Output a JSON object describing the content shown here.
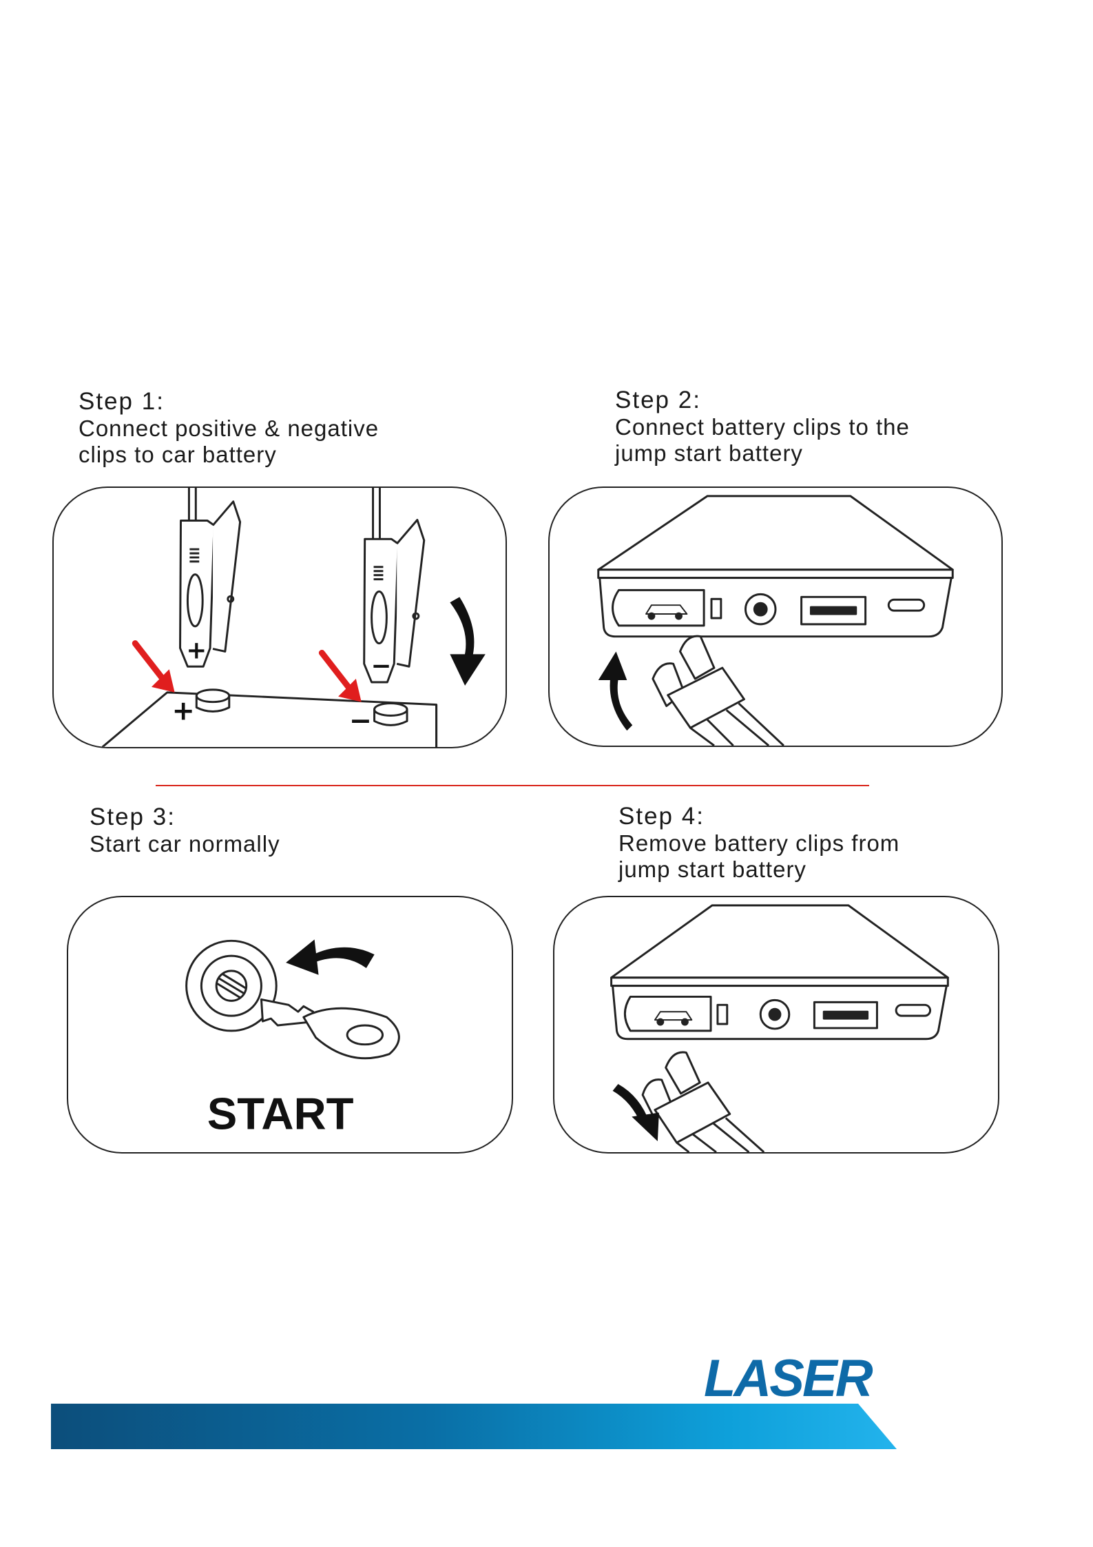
{
  "steps": [
    {
      "title": "Step 1:",
      "description": "Connect positive & negative\nclips to car battery"
    },
    {
      "title": "Step 2:",
      "description": "Connect battery clips to the\njump start battery"
    },
    {
      "title": "Step 3:",
      "description": "Start car normally"
    },
    {
      "title": "Step 4:",
      "description": "Remove battery clips from\njump start battery"
    }
  ],
  "illustrations": {
    "start_label": "START",
    "positive_symbol": "+",
    "negative_symbol": "−"
  },
  "brand": {
    "logo_text": "LASER"
  },
  "colors": {
    "divider": "#d9261c",
    "pointer_arrow": "#e01e1e",
    "brand_blue": "#0e6aa8",
    "band_dark": "#0c4e7b",
    "band_light": "#23b3ec"
  }
}
